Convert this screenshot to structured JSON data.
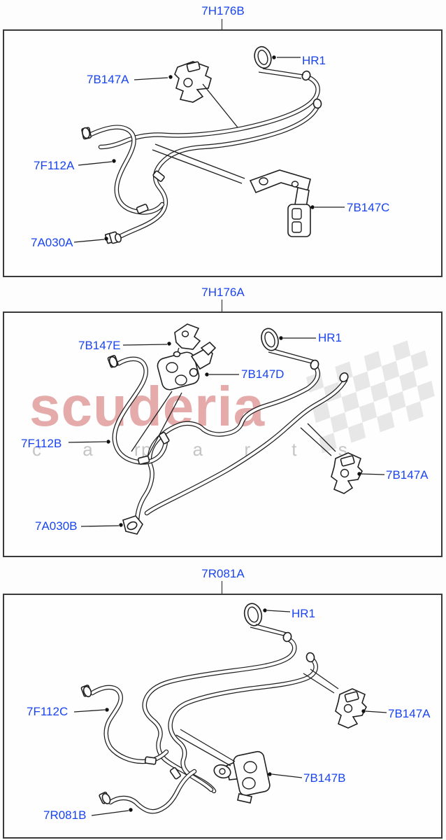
{
  "document": {
    "background": "#fcfdfc",
    "accent_blue": "#1a44f0",
    "line_color": "#1f1f1f",
    "icon_names": [
      "o-ring-icon",
      "clamp-icon",
      "bracket-icon",
      "hose-icon",
      "tube-icon"
    ]
  },
  "watermark": {
    "brand": "scuderia",
    "sub_left": "c a r",
    "sub_right": "p a r t s"
  },
  "panels": [
    {
      "title": "7H176B",
      "callouts": [
        {
          "text": "7B147A"
        },
        {
          "text": "HR1"
        },
        {
          "text": "7F112A"
        },
        {
          "text": "7B147C"
        },
        {
          "text": "7A030A"
        }
      ]
    },
    {
      "title": "7H176A",
      "callouts": [
        {
          "text": "7B147E"
        },
        {
          "text": "HR1"
        },
        {
          "text": "7B147D"
        },
        {
          "text": "7F112B"
        },
        {
          "text": "7B147A"
        },
        {
          "text": "7A030B"
        }
      ]
    },
    {
      "title": "7R081A",
      "callouts": [
        {
          "text": "HR1"
        },
        {
          "text": "7F112C"
        },
        {
          "text": "7B147A"
        },
        {
          "text": "7B147B"
        },
        {
          "text": "7R081B"
        }
      ]
    }
  ]
}
